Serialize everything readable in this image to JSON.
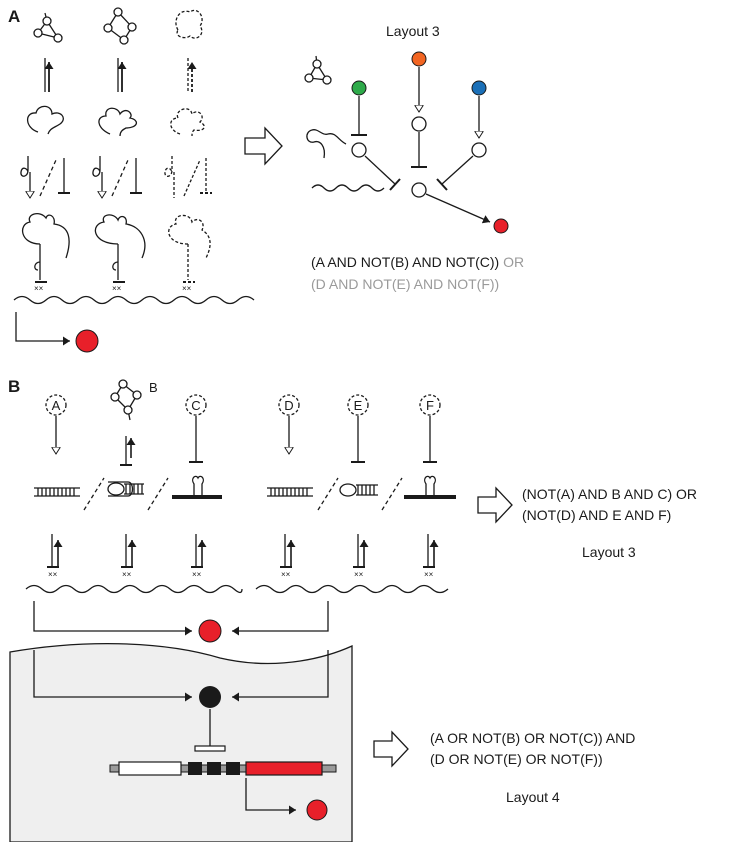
{
  "panels": {
    "a": "A",
    "b": "B"
  },
  "panel_a": {
    "layout_title": "Layout 3",
    "expression_line1": "(A AND NOT(B) AND NOT(C))",
    "expression_or": " OR",
    "expression_line2": "(D AND NOT(E) AND NOT(F))"
  },
  "panel_b": {
    "inputs": [
      "A",
      "B",
      "C",
      "D",
      "E",
      "F"
    ],
    "expression1_line1": "(NOT(A) AND B AND C) OR",
    "expression1_line2": "(NOT(D) AND E AND F)",
    "layout1_title": "Layout 3",
    "expression2_line1": "(A OR NOT(B) OR NOT(C)) AND",
    "expression2_line2": "(D OR NOT(E) OR NOT(F))",
    "layout2_title": "Layout 4"
  },
  "colors": {
    "red": "#e8202a",
    "orange": "#f26522",
    "green": "#2eaa4a",
    "blue": "#1a6fb7",
    "gray_text": "#9a9a9a",
    "cell_fill": "#efefef"
  }
}
